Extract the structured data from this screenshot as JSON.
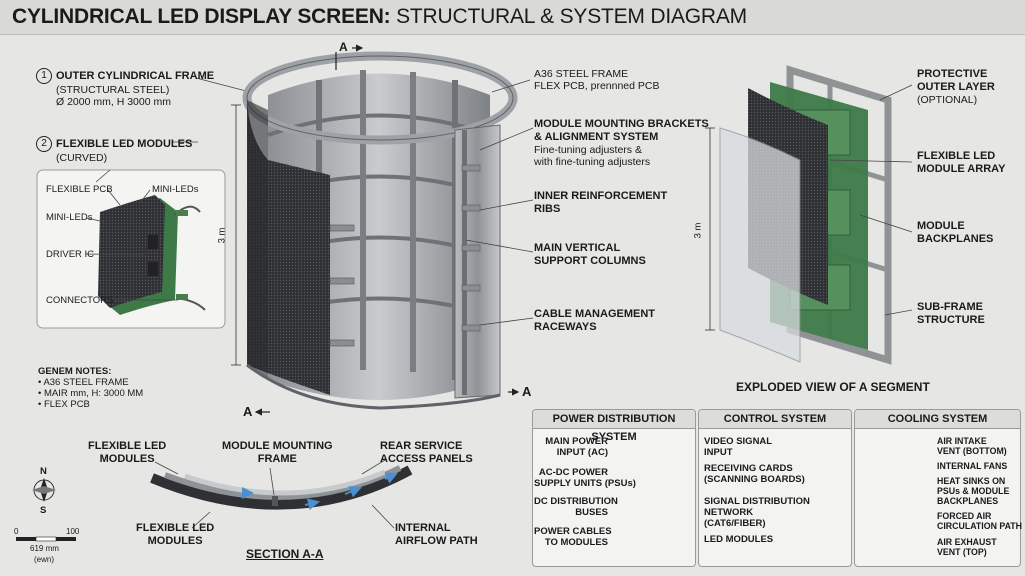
{
  "header": {
    "title_bold": "CYLINDRICAL LED DISPLAY SCREEN:",
    "title_rest": "STRUCTURAL & SYSTEM DIAGRAM"
  },
  "callouts_left": {
    "frame_num": "1",
    "frame_title": "OUTER CYLINDRICAL FRAME",
    "frame_sub1": "(STRUCTURAL STEEL)",
    "frame_sub2": "Ø 2000 mm, H 3000 mm",
    "modules_num": "2",
    "modules_title": "FLEXIBLE LED MODULES",
    "modules_sub": "(CURVED)"
  },
  "module_detail": {
    "flex_pcb": "FLEXIBLE PCB",
    "mini_leds_top": "MINI-LEDs",
    "mini_leds_left": "MINI-LEDs",
    "driver_ic": "DRIVER IC",
    "connectors": "CONNECTORS"
  },
  "notes": {
    "heading": "GENEM NOTES:",
    "items": [
      "• A36 STEEL FRAME",
      "• MAIR mm, H: 3000 MM",
      "• FLEX PCB"
    ]
  },
  "cylinder": {
    "section_marker": "A",
    "height_label": "3 m"
  },
  "callouts_right": {
    "steel_1": "A36 STEEL FRAME",
    "steel_2": "FLEX PCB, prennned PCB",
    "brackets_1": "MODULE MOUNTING BRACKETS",
    "brackets_2": "& ALIGNMENT SYSTEM",
    "brackets_3": "Fine-tuning adjusters &",
    "brackets_4": "with fine-tuning adjusters",
    "ribs_1": "INNER REINFORCEMENT",
    "ribs_2": "RIBS",
    "columns_1": "MAIN VERTICAL",
    "columns_2": "SUPPORT COLUMNS",
    "raceways_1": "CABLE MANAGEMENT",
    "raceways_2": "RACEWAYS"
  },
  "exploded": {
    "protective_1": "PROTECTIVE",
    "protective_2": "OUTER LAYER",
    "protective_3": "(OPTIONAL)",
    "array_1": "FLEXIBLE LED",
    "array_2": "MODULE ARRAY",
    "backplanes_1": "MODULE",
    "backplanes_2": "BACKPLANES",
    "subframe_1": "SUB-FRAME",
    "subframe_2": "STRUCTURE",
    "height_label": "3 m",
    "caption": "EXPLODED VIEW OF A SEGMENT"
  },
  "section": {
    "flex_top_1": "FLEXIBLE LED",
    "flex_top_2": "MODULES",
    "mount_1": "MODULE MOUNTING",
    "mount_2": "FRAME",
    "rear_1": "REAR SERVICE",
    "rear_2": "ACCESS PANELS",
    "flex_bot_1": "FLEXIBLE LED",
    "flex_bot_2": "MODULES",
    "airflow_1": "INTERNAL",
    "airflow_2": "AIRFLOW PATH",
    "caption": "SECTION A-A"
  },
  "compass": {
    "north": "N",
    "south": "S"
  },
  "scale": {
    "zero": "0",
    "hundred": "100",
    "unit": "619 mm",
    "extra": "(ewn)"
  },
  "power": {
    "title": "POWER DISTRIBUTION SYSTEM",
    "main_1": "MAIN POWER",
    "main_2": "INPUT (AC)",
    "psu_1": "AC-DC POWER",
    "psu_2": "SUPPLY UNITS (PSUs)",
    "bus_1": "DC DISTRIBUTION",
    "bus_2": "BUSES",
    "cables_1": "POWER CABLES",
    "cables_2": "TO MODULES"
  },
  "control": {
    "title": "CONTROL SYSTEM",
    "video_1": "VIDEO SIGNAL",
    "video_2": "INPUT",
    "cards_1": "RECEIVING CARDS",
    "cards_2": "(SCANNING BOARDS)",
    "net_1": "SIGNAL DISTRIBUTION",
    "net_2": "NETWORK",
    "net_3": "(CAT6/FIBER)",
    "led": "LED MODULES"
  },
  "cooling": {
    "title": "COOLING SYSTEM",
    "intake_1": "AIR INTAKE",
    "intake_2": "VENT (BOTTOM)",
    "fans": "INTERNAL FANS",
    "sinks_1": "HEAT SINKS ON",
    "sinks_2": "PSUs & MODULE",
    "sinks_3": "BACKPLANES",
    "forced_1": "FORCED AIR",
    "forced_2": "CIRCULATION PATH",
    "exhaust_1": "AIR EXHAUST",
    "exhaust_2": "VENT (TOP)"
  },
  "colors": {
    "pcb_green": "#3e7a48",
    "led_dark": "#2b2d30",
    "steel": "#9ea2a6",
    "arrow_blue": "#4a8fd0"
  }
}
